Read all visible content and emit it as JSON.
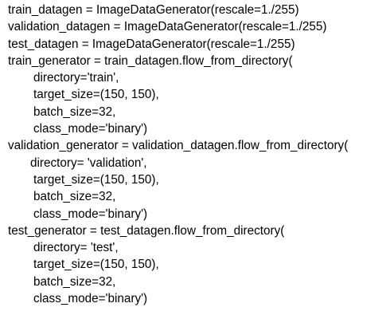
{
  "code": {
    "lines": [
      "train_datagen = ImageDataGenerator(rescale=1./255)",
      "validation_datagen = ImageDataGenerator(rescale=1./255)",
      "test_datagen = ImageDataGenerator(rescale=1./255)",
      "train_generator = train_datagen.flow_from_directory(",
      "directory='train',",
      "target_size=(150, 150),",
      "batch_size=32,",
      "class_mode='binary')",
      "validation_generator = validation_datagen.flow_from_directory(",
      "directory= 'validation',",
      "target_size=(150, 150),",
      "batch_size=32,",
      "class_mode='binary')",
      "test_generator = test_datagen.flow_from_directory(",
      "directory= 'test',",
      "target_size=(150, 150),",
      "batch_size=32,",
      "class_mode='binary')"
    ]
  }
}
